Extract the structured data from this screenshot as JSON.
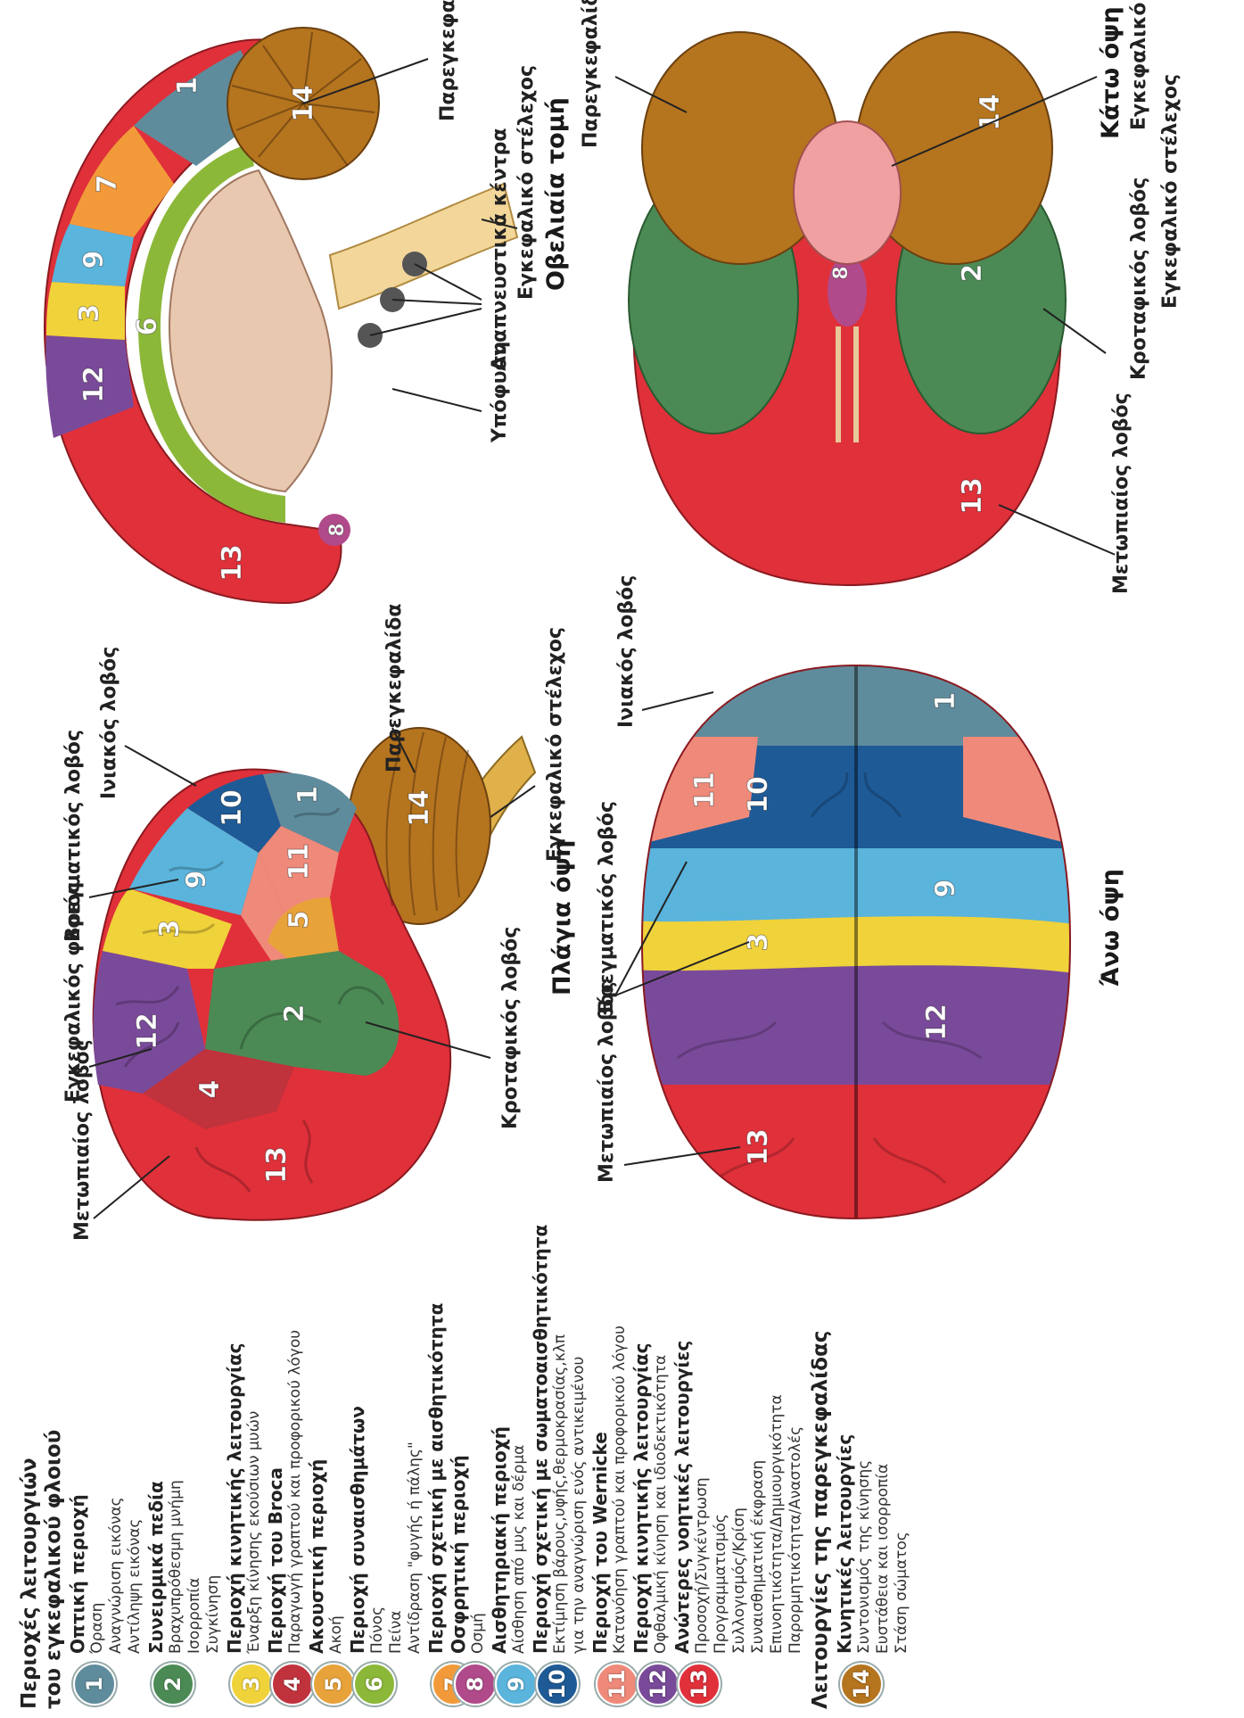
{
  "legend": {
    "title_line1": "Περιοχές λειτουργιών",
    "title_line2": "του εγκεφαλικού φλοιού",
    "items": [
      {
        "num": "1",
        "color": "#5f8c9c",
        "title": "Οπτική περιοχή",
        "lines": [
          "Όραση",
          "Αναγνώριση εικόνας",
          "Αντίληψη εικόνας"
        ]
      },
      {
        "num": "2",
        "color": "#4b8a55",
        "title": "Συνειρμικά πεδία",
        "lines": [
          "Βραχυπρόθεσμη μνήμη",
          "Ισορροπία",
          "Συγκίνηση"
        ]
      },
      {
        "num": "3",
        "color": "#f0d23a",
        "title": "Περιοχή κινητικής λειτουργίας",
        "lines": [
          "Έναρξη κίνησης εκούσιων μυών"
        ]
      },
      {
        "num": "4",
        "color": "#c0323c",
        "title": "Περιοχή του Broca",
        "lines": [
          "Παραγωγή γραπτού και προφορικού λόγου"
        ]
      },
      {
        "num": "5",
        "color": "#e8a23a",
        "title": "Ακουστική περιοχή",
        "lines": [
          "Ακοή"
        ]
      },
      {
        "num": "6",
        "color": "#8cb83a",
        "title": "Περιοχή συναισθημάτων",
        "lines": [
          "Πόνος",
          "Πείνα",
          "Αντίδραση \"φυγής ή πάλης\""
        ]
      },
      {
        "num": "7",
        "color": "#f29a3a",
        "title": "Περιοχή σχετική με αισθητικότητα",
        "lines": []
      },
      {
        "num": "8",
        "color": "#b04a8a",
        "title": "Οσφρητική περιοχή",
        "lines": [
          "Οσμή"
        ]
      },
      {
        "num": "9",
        "color": "#5ab4dc",
        "title": "Αισθητηριακή περιοχή",
        "lines": [
          "Αίσθηση από μυς και δέρμα"
        ]
      },
      {
        "num": "10",
        "color": "#1e5a96",
        "title": "Περιοχή σχετική με σωματοαισθητικότητα",
        "lines": [
          "Εκτίμηση βάρους,υφής,θερμοκρασίας,κλπ",
          "για την αναγνώριση ενός αντικειμένου"
        ]
      },
      {
        "num": "11",
        "color": "#ef8a7a",
        "title": "Περιοχή του Wernicke",
        "lines": [
          "Κατανόηση γραπτού και προφορικού λόγου"
        ]
      },
      {
        "num": "12",
        "color": "#7a4a9a",
        "title": "Περιοχή κινητικής λειτουργίας",
        "lines": [
          "Οφθαλμική κίνηση και ιδιοδεκτικότητα"
        ]
      },
      {
        "num": "13",
        "color": "#e0303a",
        "title": "Ανώτερες νοητικές λειτουργίες",
        "lines": [
          "Προσοχή/Συγκέντρωση",
          "Προγραμματισμός",
          "Συλλογισμός/Κρίση",
          "Συναισθηματική έκφραση",
          "Επινοητικότητα/Δημιουργικότητα",
          "Παρορμητικότητα/Αναστολές"
        ]
      }
    ],
    "cerebellum_title": "Λειτουργίες της παρεγκεφαλίδας",
    "cerebellum_item": {
      "num": "14",
      "color": "#b5741e",
      "title": "Κινητικές λειτουργίες",
      "lines": [
        "Συντονισμός της κίνησης",
        "Ευστάθεια και ισορροπία",
        "Στάση σώματος"
      ]
    }
  },
  "lateral": {
    "caption": "Πλάγια όψη",
    "labels": {
      "frontal": "Μετωπιαίος λοβός",
      "cortex": "Εγκεφαλικός φλοιός",
      "parietal": "Βρεγματικός λοβός",
      "occipital": "Ινιακός λοβός",
      "cerebellum": "Παρεγκεφαλίδα",
      "temporal": "Κροταφικός λοβός",
      "brainstem": "Εγκεφαλικό στέλεχος"
    }
  },
  "sagittal": {
    "caption": "Οβελιαία τομή",
    "labels": {
      "cerebellum": "Παρεγκεφαλίδα",
      "pituitary": "Υπόφυση",
      "respiratory": "Αναπνευστικά κέντρα",
      "brainstem": "Εγκεφαλικό στέλεχος"
    }
  },
  "superior": {
    "caption": "Άνω όψη",
    "labels": {
      "frontal": "Μετωπιαίος λοβός",
      "parietal": "Βρεγματικός λοβός",
      "occipital": "Ινιακός λοβός"
    }
  },
  "inferior": {
    "caption": "Κάτω όψη",
    "labels": {
      "frontal": "Μετωπιαίος λοβός",
      "temporal": "Κροταφικός λοβός",
      "cerebellum": "Παρεγκεφαλίδα",
      "brainstem": "Εγκεφαλικό στέλεχος",
      "brainstem2": "Εγκεφαλικό στέλεχος"
    }
  }
}
